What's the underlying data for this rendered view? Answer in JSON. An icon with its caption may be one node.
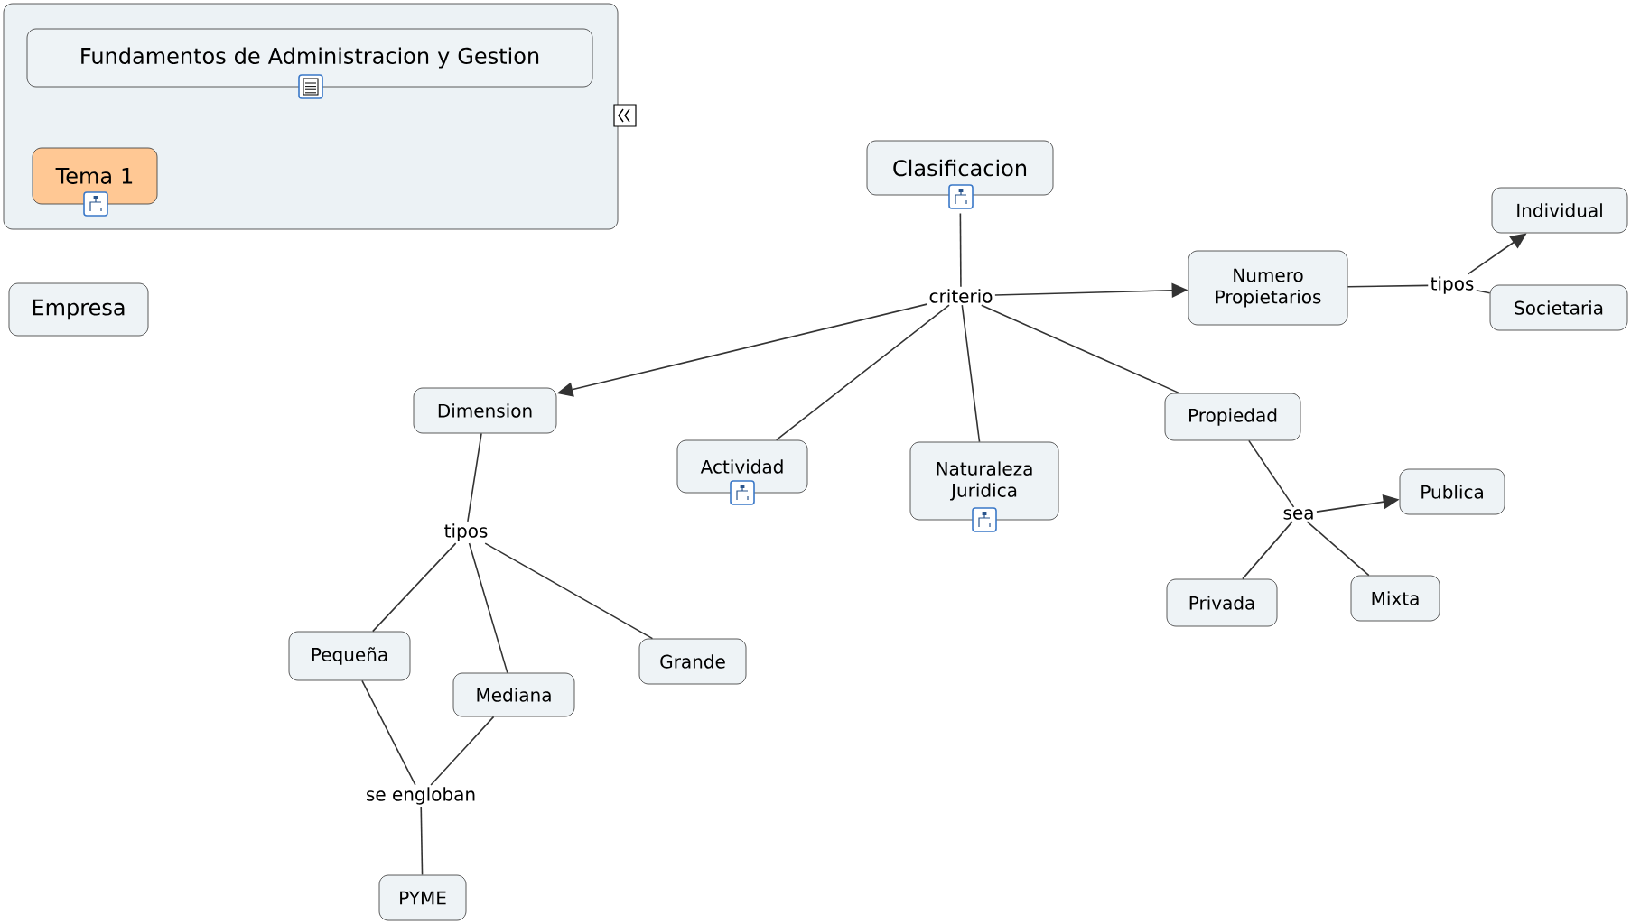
{
  "diagram": {
    "nodes": [
      {
        "text": [],
        "shape": "box"
      },
      {
        "text": [
          "Fundamentos de Administracion y Gestion"
        ],
        "in": 0
      },
      {
        "text": [
          "Tema 1"
        ],
        "in": 0
      },
      {
        "text": [
          "Empresa"
        ]
      },
      {
        "text": [
          "Clasificacion"
        ]
      },
      {
        "text": [
          "criterio"
        ]
      },
      {
        "text": [
          "Numero Propietarios"
        ]
      },
      {
        "text": [
          "tipos"
        ]
      },
      {
        "text": [
          "Individual"
        ]
      },
      {
        "text": [
          "Societaria"
        ]
      },
      {
        "text": [
          "Dimension"
        ]
      },
      {
        "text": [
          "Actividad"
        ]
      },
      {
        "text": [
          "Naturaleza Juridica"
        ]
      },
      {
        "text": [
          "Propiedad"
        ]
      },
      {
        "text": [
          "tipos"
        ]
      },
      {
        "text": [
          "sea"
        ]
      },
      {
        "text": [
          "Publica"
        ]
      },
      {
        "text": [
          "Privada"
        ]
      },
      {
        "text": [
          "Mixta"
        ]
      },
      {
        "text": [
          "Pequeña"
        ]
      },
      {
        "text": [
          "Mediana"
        ]
      },
      {
        "text": [
          "Grande"
        ]
      },
      {
        "text": [
          "se engloban"
        ]
      },
      {
        "text": [
          "PYME"
        ]
      }
    ],
    "edges": [
      {
        "from": 4,
        "to": 5,
        "arrow": "none"
      },
      {
        "from": 5,
        "to": 6,
        "arrow": "to"
      },
      {
        "from": 5,
        "to": 10,
        "arrow": "to"
      },
      {
        "from": 5,
        "to": 11,
        "arrow": "none"
      },
      {
        "from": 5,
        "to": 12,
        "arrow": "none"
      },
      {
        "from": 5,
        "to": 13,
        "arrow": "none"
      },
      {
        "from": 6,
        "to": 7,
        "arrow": "none"
      },
      {
        "from": 7,
        "to": 8,
        "arrow": "to"
      },
      {
        "from": 7,
        "to": 9,
        "arrow": "none"
      },
      {
        "from": 13,
        "to": 15,
        "arrow": "none"
      },
      {
        "from": 15,
        "to": 16,
        "arrow": "to"
      },
      {
        "from": 15,
        "to": 17,
        "arrow": "none"
      },
      {
        "from": 15,
        "to": 18,
        "arrow": "none"
      },
      {
        "from": 10,
        "to": 14,
        "arrow": "none"
      },
      {
        "from": 14,
        "to": 19,
        "arrow": "none"
      },
      {
        "from": 14,
        "to": 20,
        "arrow": "none"
      },
      {
        "from": 14,
        "to": 21,
        "arrow": "none"
      },
      {
        "from": 19,
        "to": 22,
        "arrow": "none"
      },
      {
        "from": 20,
        "to": 22,
        "arrow": "none"
      },
      {
        "from": 22,
        "to": 23,
        "arrow": "none"
      }
    ]
  }
}
